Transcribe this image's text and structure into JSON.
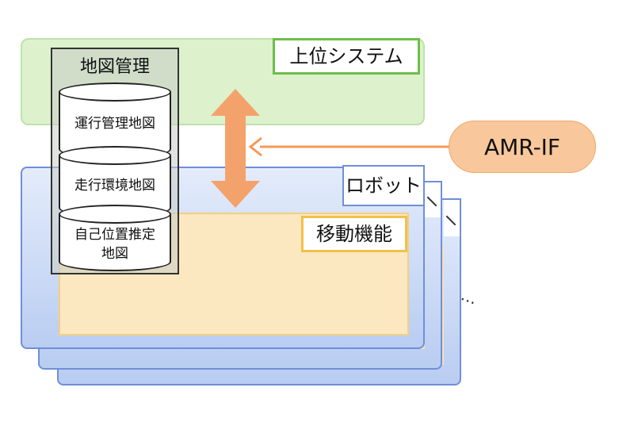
{
  "upper_system": {
    "label": "上位システム"
  },
  "map_management": {
    "title": "地図管理",
    "maps": [
      {
        "label": "運行管理地図"
      },
      {
        "label": "走行環境地図"
      },
      {
        "label_line1": "自己位置推定",
        "label_line2": "地図"
      }
    ]
  },
  "robot": {
    "label": "ロボット",
    "continuation": "…"
  },
  "movement": {
    "label": "移動機能"
  },
  "interface": {
    "label": "AMR-IF"
  },
  "colors": {
    "upper_system": "#d9f0c7",
    "robot": "#b9cdf2",
    "movement": "#fbe7c0",
    "arrow": "#f4a26b"
  }
}
